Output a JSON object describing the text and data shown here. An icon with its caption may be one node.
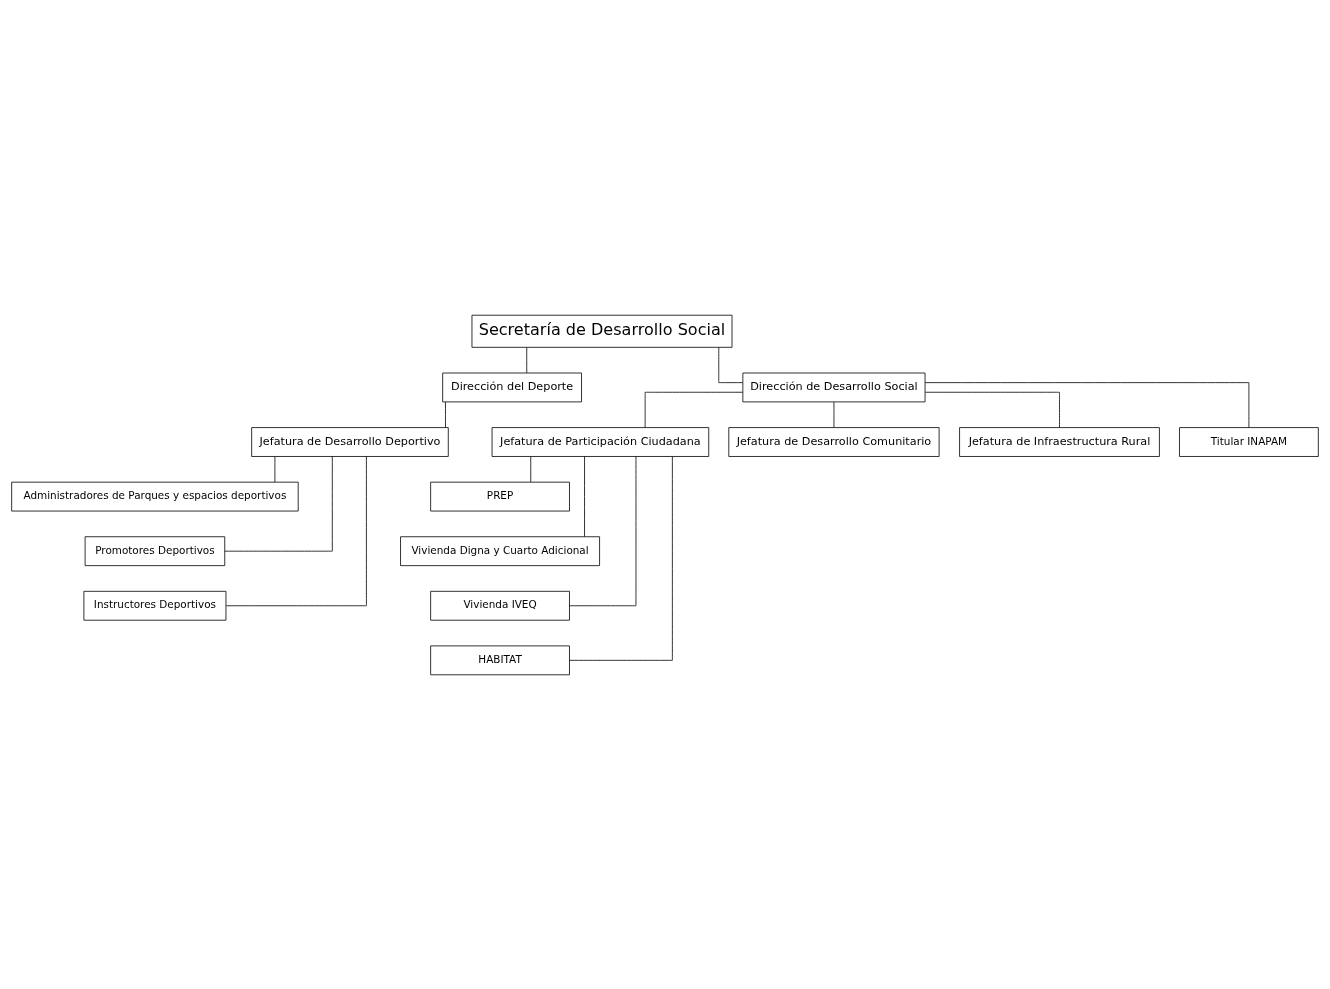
{
  "diagram": {
    "nodes": [
      {
        "text": [
          "Secretaría de Desarrollo Social"
        ]
      },
      {
        "text": [
          "Dirección del Deporte"
        ]
      },
      {
        "text": [
          "Dirección de Desarrollo Social"
        ]
      },
      {
        "text": [
          "Jefatura de Desarrollo Deportivo"
        ]
      },
      {
        "text": [
          "Jefatura de Participación Ciudadana"
        ]
      },
      {
        "text": [
          "Jefatura de Desarrollo Comunitario"
        ]
      },
      {
        "text": [
          "Jefatura de Infraestructura Rural"
        ]
      },
      {
        "text": [
          "Administradores de Parques y espacios deportivos"
        ]
      },
      {
        "text": [
          "Promotores Deportivos"
        ]
      },
      {
        "text": [
          "Instructores Deportivos"
        ]
      },
      {
        "text": [
          "PREP"
        ]
      },
      {
        "text": [
          "Vivienda Digna y Cuarto Adicional"
        ]
      },
      {
        "text": [
          "Vivienda IVEQ"
        ]
      },
      {
        "text": [
          "HABITAT"
        ]
      },
      {
        "text": [
          "Titular INAPAM"
        ]
      }
    ],
    "edges": [
      {
        "from": 0,
        "to": 1,
        "arrow": "none"
      },
      {
        "from": 0,
        "to": 2,
        "arrow": "none"
      },
      {
        "from": 1,
        "to": 3,
        "arrow": "none"
      },
      {
        "from": 2,
        "to": 4,
        "arrow": "none"
      },
      {
        "from": 2,
        "to": 5,
        "arrow": "none"
      },
      {
        "from": 2,
        "to": 6,
        "arrow": "none"
      },
      {
        "from": 2,
        "to": 14,
        "arrow": "none"
      },
      {
        "from": 3,
        "to": 7,
        "arrow": "none"
      },
      {
        "from": 3,
        "to": 8,
        "arrow": "none"
      },
      {
        "from": 3,
        "to": 9,
        "arrow": "none"
      },
      {
        "from": 4,
        "to": 10,
        "arrow": "none"
      },
      {
        "from": 4,
        "to": 11,
        "arrow": "none"
      },
      {
        "from": 4,
        "to": 12,
        "arrow": "none"
      },
      {
        "from": 4,
        "to": 13,
        "arrow": "none"
      }
    ]
  }
}
